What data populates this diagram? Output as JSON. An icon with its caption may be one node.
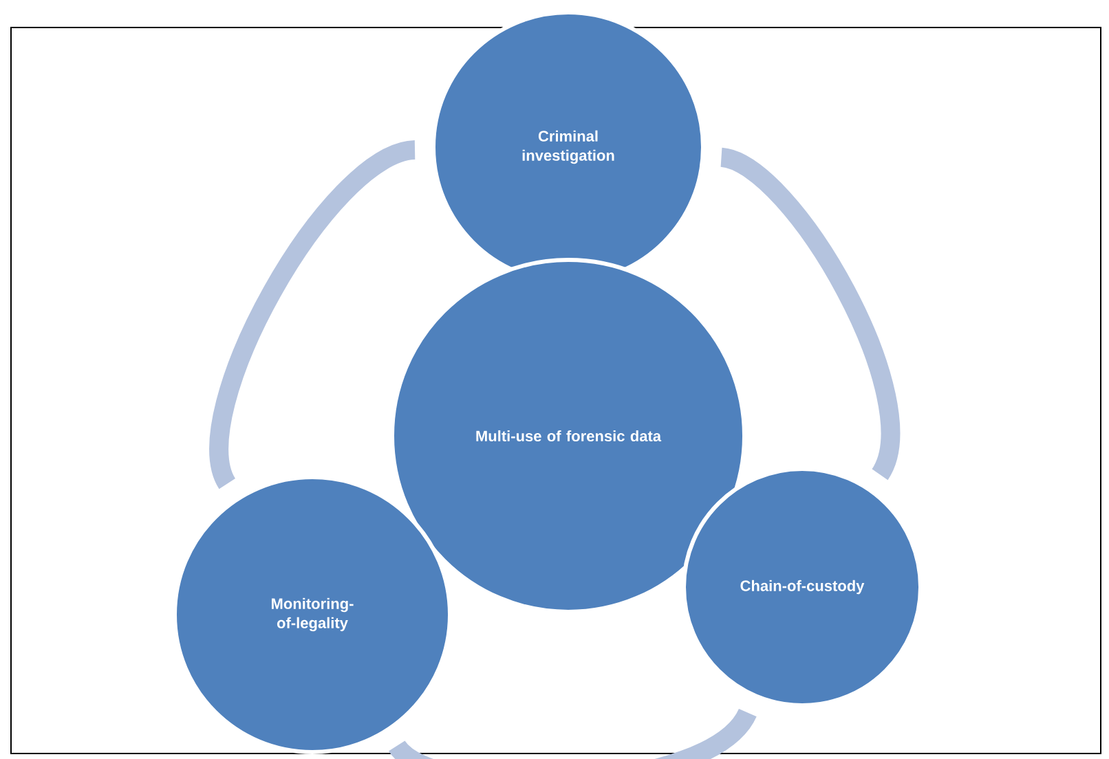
{
  "diagram": {
    "nodes": [
      {
        "text": [
          "Criminal investigation"
        ]
      },
      {
        "text": [
          "Multi-use of forensic data"
        ]
      },
      {
        "text": [
          "Chain-of-custody"
        ]
      },
      {
        "text": [
          "Monitoring-of-legality"
        ]
      }
    ],
    "edges": [
      {
        "from": 0,
        "to": 2,
        "arrow": "none",
        "color": "#b4c3de"
      },
      {
        "from": 2,
        "to": 3,
        "arrow": "none",
        "color": "#b4c3de"
      },
      {
        "from": 3,
        "to": 0,
        "arrow": "none",
        "color": "#b4c3de"
      }
    ]
  }
}
